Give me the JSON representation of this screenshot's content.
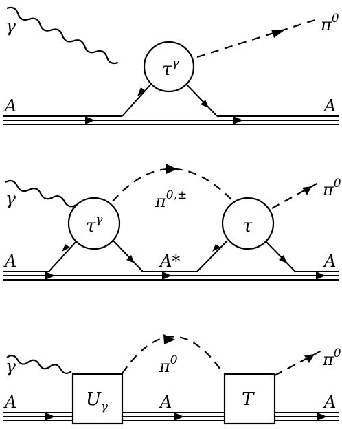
{
  "diagrams": [
    {
      "photon": "γ",
      "pion_out": "π",
      "pion_out_sup": "0",
      "nucleus_in": "A",
      "nucleus_out": "A",
      "vertex": "τ",
      "vertex_sup": "γ"
    },
    {
      "photon": "γ",
      "pion_loop": "π",
      "pion_loop_sup": "0,±",
      "pion_out": "π",
      "pion_out_sup": "0",
      "nucleus_in": "A",
      "nucleus_mid": "A*",
      "nucleus_out": "A",
      "vertex1": "τ",
      "vertex1_sup": "γ",
      "vertex2": "τ"
    },
    {
      "photon": "γ",
      "pion_loop": "π",
      "pion_loop_sup": "0",
      "pion_out": "π",
      "pion_out_sup": "0",
      "nucleus_in": "A",
      "nucleus_mid": "A",
      "nucleus_out": "A",
      "box1": "U",
      "box1_sub": "γ",
      "box2": "T"
    }
  ]
}
